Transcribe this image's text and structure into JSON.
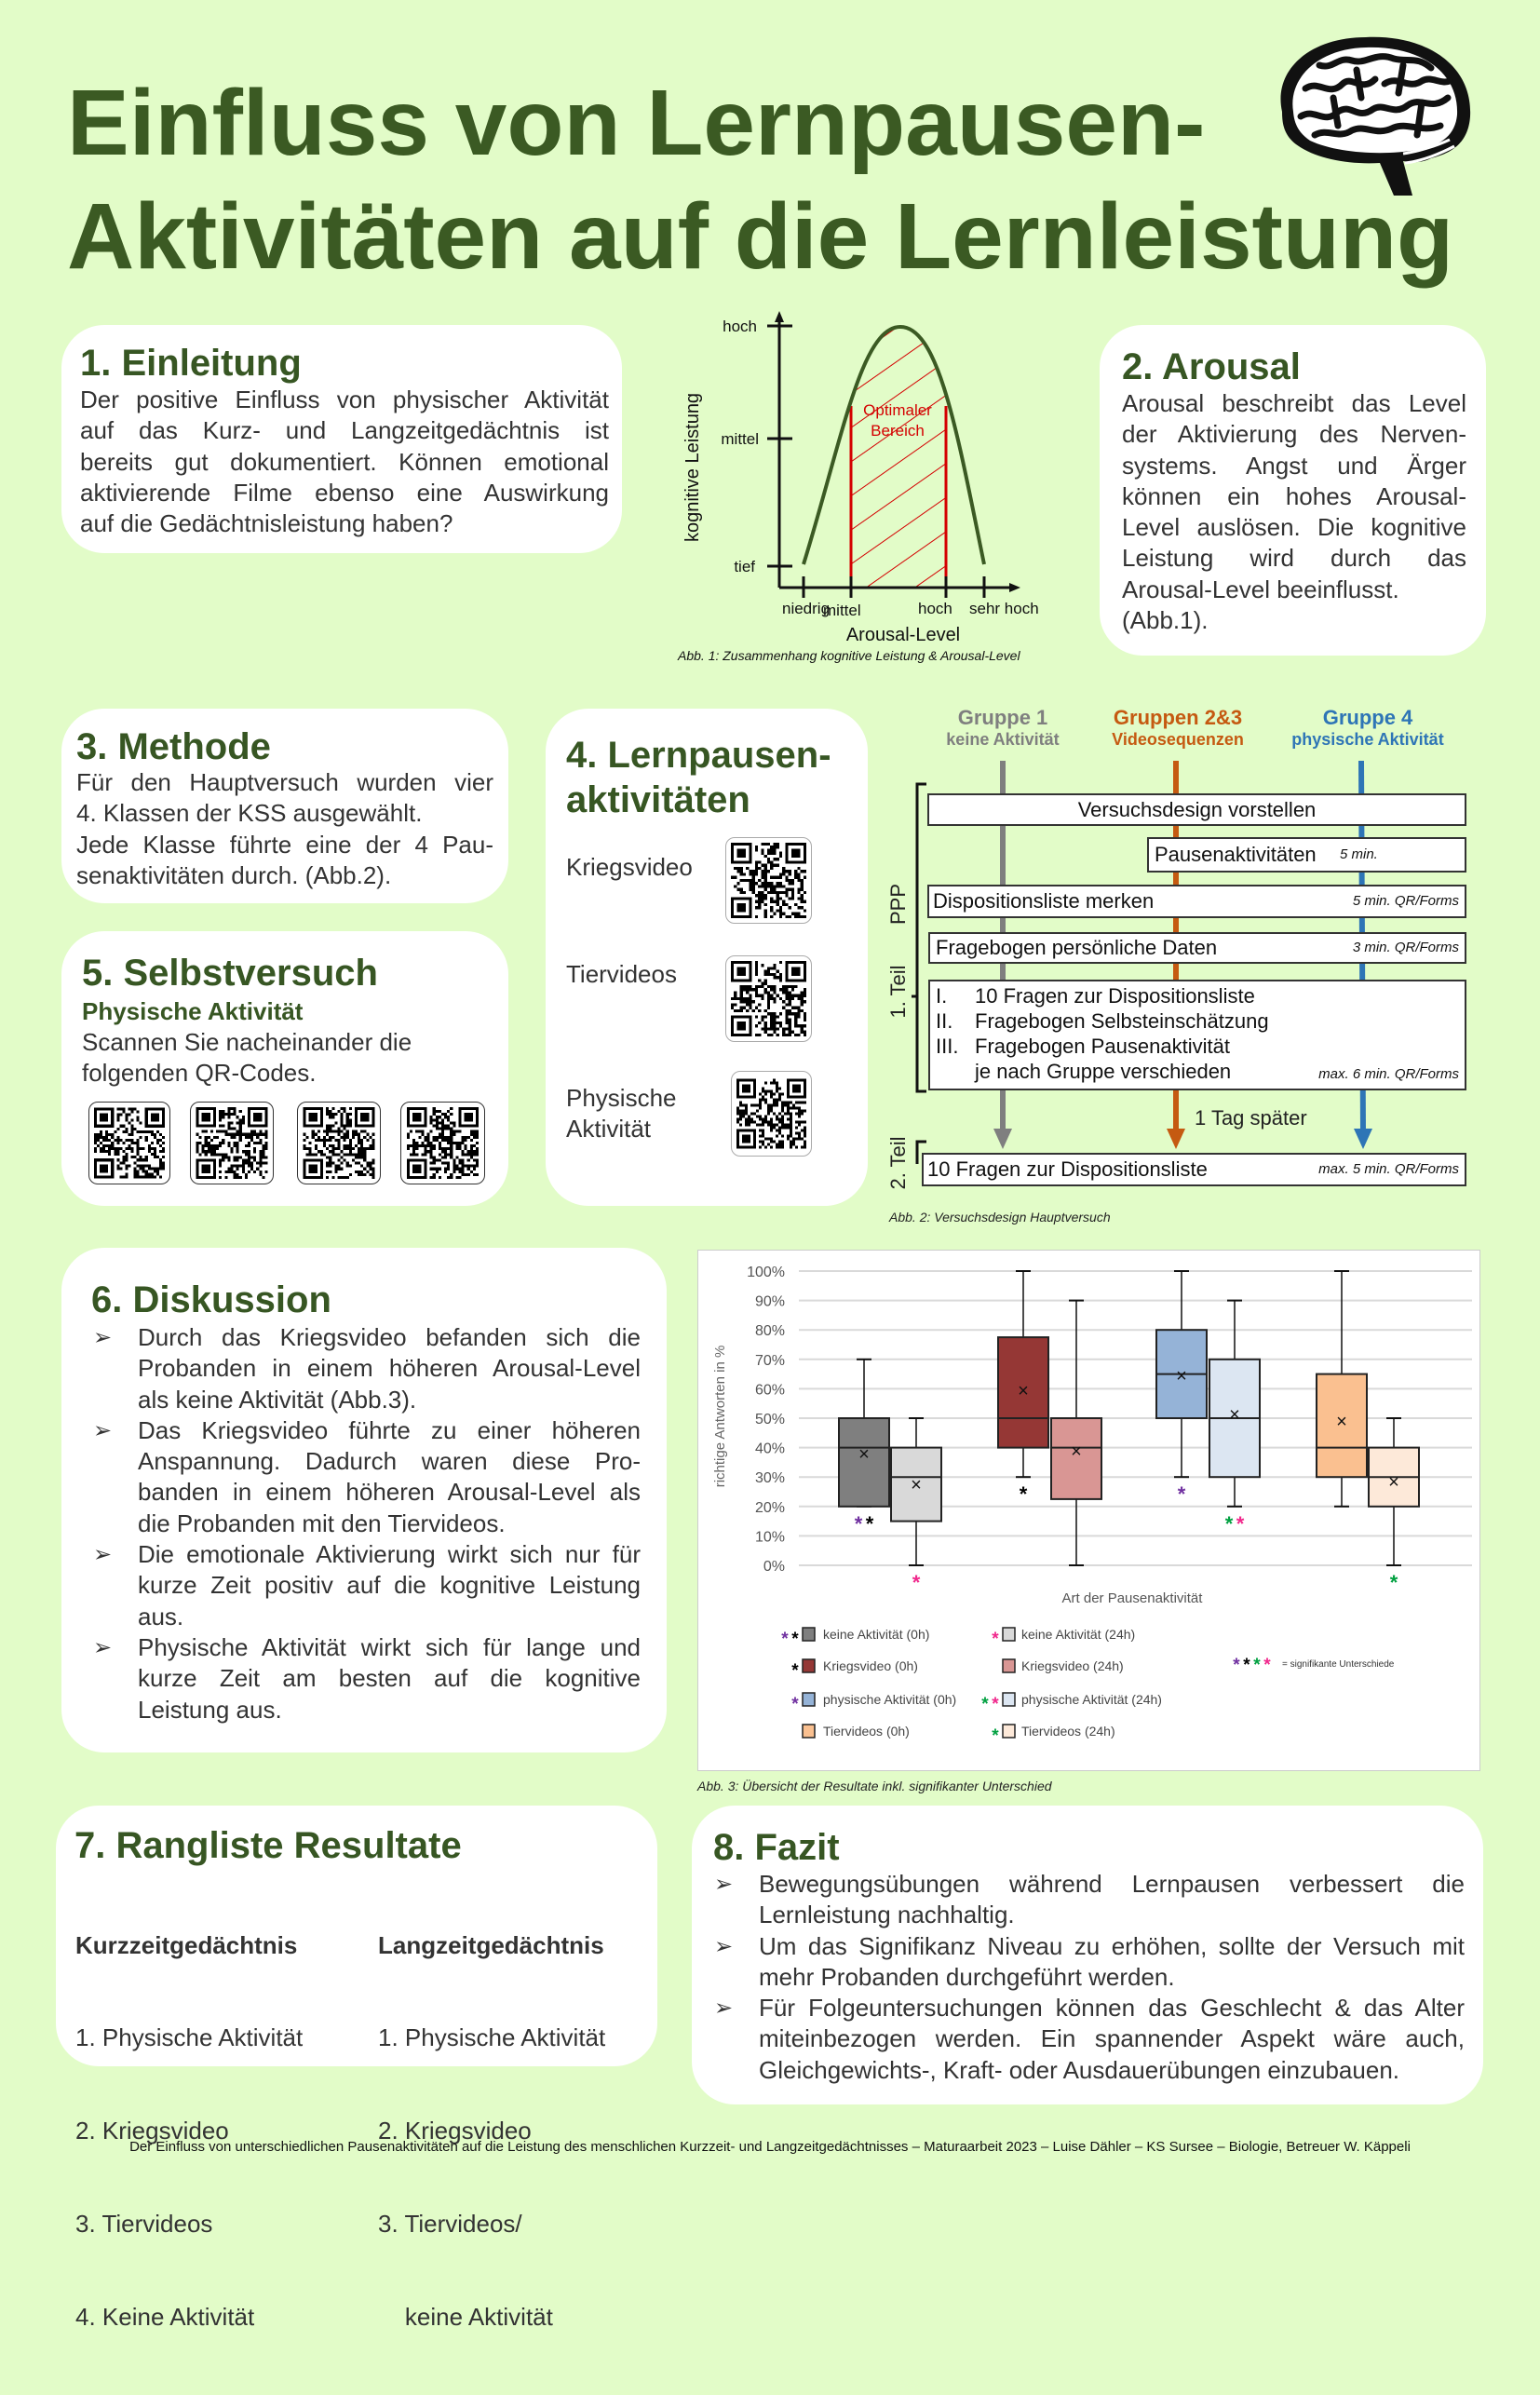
{
  "title": {
    "line1": "Einfluss von Lernpausen-",
    "line2": "Aktivitäten auf die Lernleistung"
  },
  "logo": {
    "icon": "brain-icon"
  },
  "einleitung": {
    "heading": "1. Einleitung",
    "lines": [
      "Der positive Einfluss von physischer Aktivität",
      "auf das Kurz- und Langzeitgedächtnis ist",
      "bereits gut dokumentiert.  Können emotional",
      "aktivierende Filme ebenso eine Auswirkung",
      "auf die Gedächtnisleistung haben?"
    ]
  },
  "arousal": {
    "heading": "2. Arousal",
    "lines": [
      "Arousal beschreibt das Level",
      "der Aktivierung des Nerven-",
      "systems. Angst und Ärger",
      "können ein hohes Arousal-",
      "Level auslösen. Die kognitive",
      "Leistung wird durch das",
      "Arousal-Level beeinflusst.",
      "(Abb.1)."
    ]
  },
  "abb1": {
    "y_label": "kognitive Leistung",
    "x_label": "Arousal-Level",
    "y_ticks": [
      "hoch",
      "mittel",
      "tief"
    ],
    "x_ticks": [
      "niedrig",
      "mittel",
      "hoch",
      "sehr hoch"
    ],
    "region_label_1": "Optimaler",
    "region_label_2": "Bereich",
    "caption": "Abb. 1: Zusammenhang kognitive Leistung & Arousal-Level",
    "curve_color": "#3b5a23",
    "region_color": "#d40000"
  },
  "methode": {
    "heading": "3. Methode",
    "lines": [
      "Für den Hauptversuch wurden vier",
      "4. Klassen der KSS ausgewählt.",
      "Jede Klasse  führte eine der 4 Pau-",
      "senaktivitäten durch. (Abb.2)."
    ]
  },
  "lernpausen": {
    "heading_1": "4. Lernpausen-",
    "heading_2": "aktivitäten",
    "items": [
      {
        "label": "Kriegsvideo"
      },
      {
        "label": "Tiervideos"
      },
      {
        "label_1": "Physische",
        "label_2": "Aktivität"
      }
    ]
  },
  "selbstversuch": {
    "heading": "5. Selbstversuch",
    "subheading": "Physische Aktivität",
    "lines": [
      "Scannen Sie nacheinander die",
      "folgenden QR-Codes."
    ]
  },
  "abb2": {
    "groups": [
      {
        "name": "Gruppe 1",
        "sub": "keine Aktivität",
        "color": "#7f7f7f"
      },
      {
        "name": "Gruppen 2&3",
        "sub": "Videosequenzen",
        "color": "#c55a11"
      },
      {
        "name": "Gruppe 4",
        "sub": "physische Aktivität",
        "color": "#2e75b6"
      }
    ],
    "steps": {
      "s1": "Versuchsdesign vorstellen",
      "s2": "Pausenaktivitäten",
      "s2_note": "5 min.",
      "s3": "Dispositionsliste merken",
      "s3_note": "5 min.  QR/Forms",
      "s4": "Fragebogen persönliche Daten",
      "s4_note": "3 min. QR/Forms",
      "s5_items": [
        {
          "num": "I.",
          "text": "10 Fragen zur Dispositionsliste"
        },
        {
          "num": "II.",
          "text": "Fragebogen Selbsteinschätzung"
        },
        {
          "num": "III.",
          "text": "Fragebogen Pausenaktivität"
        },
        {
          "num": "",
          "text": "je nach Gruppe verschieden"
        }
      ],
      "s5_note": "max. 6 min. QR/Forms",
      "delay": "1 Tag später",
      "s6": "10 Fragen zur Dispositionsliste",
      "s6_note": "max. 5 min. QR/Forms"
    },
    "labels": {
      "ppp": "PPP",
      "teil1": "1. Teil",
      "teil2": "2. Teil"
    },
    "caption": "Abb. 2: Versuchsdesign Hauptversuch"
  },
  "diskussion": {
    "heading": "6. Diskussion",
    "bullets": [
      [
        "Durch das Kriegsvideo befanden sich die",
        "Probanden in einem höheren Arousal-Level",
        "als keine Aktivität (Abb.3)."
      ],
      [
        "Das Kriegsvideo führte zu einer höheren",
        "Anspannung. Dadurch waren diese Pro-",
        "banden in einem höheren Arousal-Level als",
        "die Probanden mit den Tiervideos."
      ],
      [
        "Die emotionale Aktivierung wirkt sich nur für",
        "kurze Zeit positiv auf die kognitive Leistung",
        "aus."
      ],
      [
        "Physische Aktivität wirkt sich für lange und",
        "kurze Zeit am besten auf die kognitive",
        "Leistung aus."
      ]
    ]
  },
  "chart_data": {
    "type": "box",
    "title": "",
    "xlabel": "Art der Pausenaktivität",
    "ylabel": "richtige Antworten in %",
    "ylim": [
      0,
      100
    ],
    "yticks": [
      "0%",
      "10%",
      "20%",
      "30%",
      "40%",
      "50%",
      "60%",
      "70%",
      "80%",
      "90%",
      "100%"
    ],
    "grid": true,
    "legend_position": "bottom",
    "series": [
      {
        "name": "keine Aktivität (0h)",
        "color": "#7f7f7f",
        "min": 20,
        "q1": 20,
        "median": 40,
        "q3": 50,
        "max": 70,
        "mean": 38,
        "sig": [
          "#7030a0",
          "#000000"
        ]
      },
      {
        "name": "keine Aktivität (24h)",
        "color": "#d9d9d9",
        "min": 0,
        "q1": 15,
        "median": 30,
        "q3": 40,
        "max": 50,
        "mean": 27.5,
        "sig": [
          "#f0288c"
        ]
      },
      {
        "name": "Kriegsvideo (0h)",
        "color": "#953735",
        "min": 30,
        "q1": 40,
        "median": 50,
        "q3": 77.5,
        "max": 100,
        "mean": 59.5,
        "sig": [
          "#000000"
        ]
      },
      {
        "name": "Kriegsvideo (24h)",
        "color": "#d99694",
        "min": 0,
        "q1": 22.5,
        "median": 40,
        "q3": 50,
        "max": 90,
        "mean": 39,
        "sig": []
      },
      {
        "name": "physische Aktivität (0h)",
        "color": "#95b3d7",
        "min": 30,
        "q1": 50,
        "median": 65,
        "q3": 80,
        "max": 100,
        "mean": 64.5,
        "sig": [
          "#7030a0"
        ]
      },
      {
        "name": "physische Aktivität (24h)",
        "color": "#dce6f2",
        "min": 20,
        "q1": 30,
        "median": 50,
        "q3": 70,
        "max": 90,
        "mean": 51.5,
        "sig": [
          "#00a040",
          "#f0288c"
        ]
      },
      {
        "name": "Tiervideos (0h)",
        "color": "#fac090",
        "min": 20,
        "q1": 30,
        "median": 40,
        "q3": 65,
        "max": 100,
        "mean": 49,
        "sig": []
      },
      {
        "name": "Tiervideos (24h)",
        "color": "#fde9d9",
        "min": 0,
        "q1": 20,
        "median": 30,
        "q3": 40,
        "max": 50,
        "mean": 28.5,
        "sig": [
          "#00a040"
        ]
      }
    ],
    "sig_legend": {
      "colors": [
        "#7030a0",
        "#000000",
        "#00a040",
        "#f0288c"
      ],
      "label": "= signifikante Unterschiede"
    },
    "caption": "Abb. 3: Übersicht der Resultate inkl. signifikanter Unterschied"
  },
  "rangliste": {
    "heading": "7. Rangliste Resultate",
    "kurz": {
      "title": "Kurzzeitgedächtnis",
      "items": [
        "1. Physische Aktivität",
        "2. Kriegsvideo",
        "3. Tiervideos",
        "4. Keine Aktivität"
      ]
    },
    "lang": {
      "title": "Langzeitgedächtnis",
      "items": [
        "1. Physische Aktivität",
        "2. Kriegsvideo",
        "3. Tiervideos/",
        "    keine Aktivität"
      ]
    }
  },
  "fazit": {
    "heading": "8. Fazit",
    "bullets": [
      [
        "Bewegungsübungen während Lernpausen verbessert die",
        "Lernleistung nachhaltig."
      ],
      [
        "Um das Signifikanz Niveau zu erhöhen, sollte der Versuch mit",
        "mehr Probanden durchgeführt werden."
      ],
      [
        "Für Folgeuntersuchungen können das Geschlecht & das Alter",
        "miteinbezogen werden. Ein spannender Aspekt wäre auch,",
        "Gleichgewichts-, Kraft- oder Ausdauerübungen einzubauen."
      ]
    ]
  },
  "footer": "Der Einfluss von unterschiedlichen Pausenaktivitäten auf die Leistung des menschlichen Kurzzeit- und Langzeitgedächtnisses – Maturaarbeit 2023 – Luise Dähler – KS Sursee – Biologie, Betreuer W. Käppeli"
}
